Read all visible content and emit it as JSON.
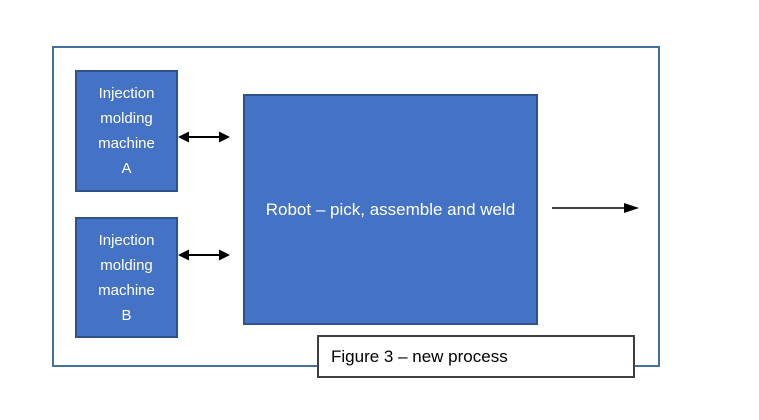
{
  "diagram": {
    "caption": "Figure 3 – new process",
    "nodes": {
      "machine_a": {
        "lines": [
          "Injection",
          "molding",
          "machine",
          "A"
        ]
      },
      "machine_b": {
        "lines": [
          "Injection",
          "molding",
          "machine",
          "B"
        ]
      },
      "robot": {
        "label": "Robot – pick, assemble and weld"
      }
    },
    "connections": [
      {
        "from": "machine_a",
        "to": "robot",
        "type": "bidirectional"
      },
      {
        "from": "machine_b",
        "to": "robot",
        "type": "bidirectional"
      },
      {
        "from": "robot",
        "to": "output",
        "type": "unidirectional"
      }
    ],
    "colors": {
      "node_fill": "#4472C4",
      "node_border": "#2F528F",
      "node_text": "#FFFFFF",
      "frame_border": "#41719C",
      "caption_border": "#3F3F3F",
      "caption_text": "#000000",
      "arrow": "#000000"
    }
  }
}
